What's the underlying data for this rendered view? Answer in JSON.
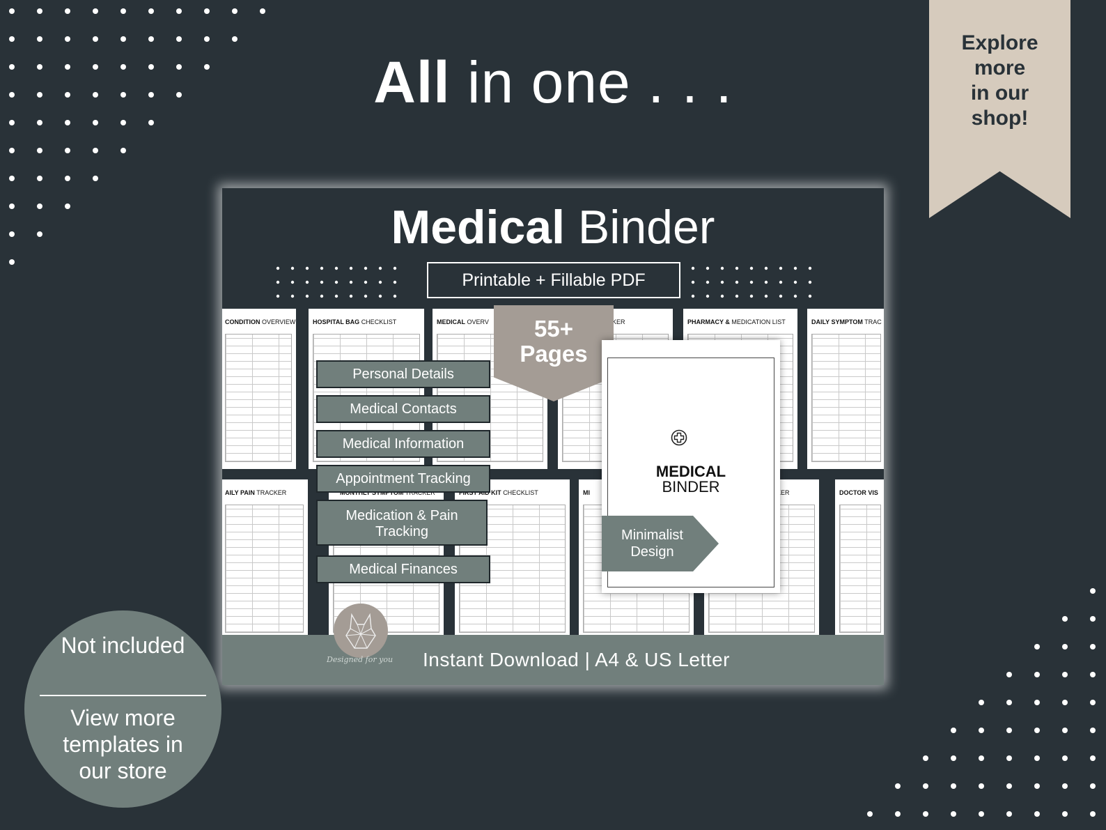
{
  "headline": {
    "bold": "All",
    "regular": "in one . . ."
  },
  "ribbon": {
    "lines": [
      "Explore",
      "more",
      "in our",
      "shop!"
    ]
  },
  "card": {
    "title_bold": "Medical",
    "title_regular": "Binder",
    "subtitle": "Printable + Fillable PDF",
    "footer": "Instant Download | A4 & US Letter"
  },
  "features": [
    "Personal Details",
    "Medical Contacts",
    "Medical Information",
    "Appointment Tracking",
    "Medication & Pain Tracking",
    "Medical Finances"
  ],
  "badge": {
    "line1": "55+",
    "line2": "Pages"
  },
  "cover": {
    "line1": "MEDICAL",
    "line2": "BINDER"
  },
  "minimalist": {
    "line1": "Minimalist",
    "line2": "Design"
  },
  "logo": {
    "caption": "Designed for you"
  },
  "circle": {
    "top": "Not included",
    "bottom": "View more templates in our store"
  },
  "page_titles": {
    "p1": {
      "bold": "CONDITION",
      "rest": "OVERVIEW"
    },
    "p2": {
      "bold": "HOSPITAL BAG",
      "rest": "CHECKLIST"
    },
    "p3": {
      "bold": "MEDICAL",
      "rest": "OVERV"
    },
    "p4": {
      "bold": "",
      "rest": "KER"
    },
    "p5": {
      "bold": "PHARMACY &",
      "rest": "MEDICATION LIST"
    },
    "p6": {
      "bold": "DAILY SYMPTOM",
      "rest": "TRAC"
    },
    "p7": {
      "bold": "AILY PAIN",
      "rest": "TRACKER"
    },
    "p8": {
      "bold": "MONTHLY SYMPTOM",
      "rest": "TRACKER"
    },
    "p9": {
      "bold": "FIRST AID KIT",
      "rest": "CHECKLIST"
    },
    "p10": {
      "bold": "MI",
      "rest": ""
    },
    "p11": {
      "bold": "",
      "rest": "KER"
    },
    "p12": {
      "bold": "DOCTOR VIS",
      "rest": ""
    }
  },
  "colors": {
    "background": "#293238",
    "sage": "#717f7c",
    "taupe": "#a49c95",
    "ribbon": "#d6cbbd",
    "white": "#ffffff"
  }
}
